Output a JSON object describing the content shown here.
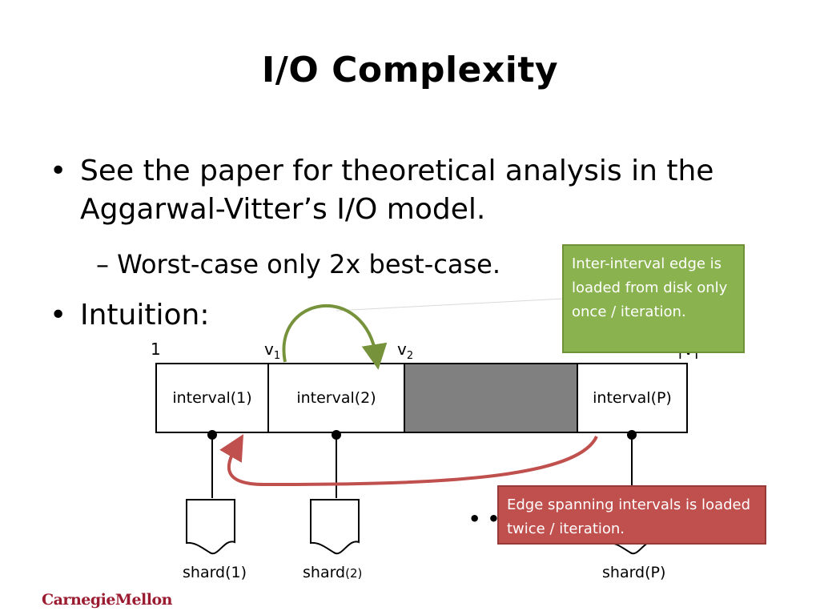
{
  "title": "I/O Complexity",
  "bullets": {
    "b1": "See the paper for theoretical analysis in the Aggarwal-Vitter’s I/O model.",
    "b2": "– Worst-case only 2x best-case.",
    "b3": "Intuition:",
    "marker": "•"
  },
  "diagram": {
    "labels": {
      "one": "1",
      "v": "v",
      "sub1": "1",
      "sub2": "2",
      "partial": "|V|"
    },
    "intervals": [
      "interval(1)",
      "interval(2)",
      "interval(P)"
    ],
    "shards": {
      "s1": "shard(1)",
      "s2_main": "shard",
      "s2_sub": "(2)",
      "sp": "shard(P)"
    },
    "ellipsis": "• •",
    "callout_green": "Inter-interval edge is loaded from disk only once / iteration.",
    "callout_red": "Edge spanning intervals is loaded twice / iteration.",
    "colors": {
      "green_arrow": "#76933c",
      "red_arrow": "#c0504d",
      "gray_block": "#808080"
    }
  },
  "footer": {
    "logo": "CarnegieMellon"
  }
}
